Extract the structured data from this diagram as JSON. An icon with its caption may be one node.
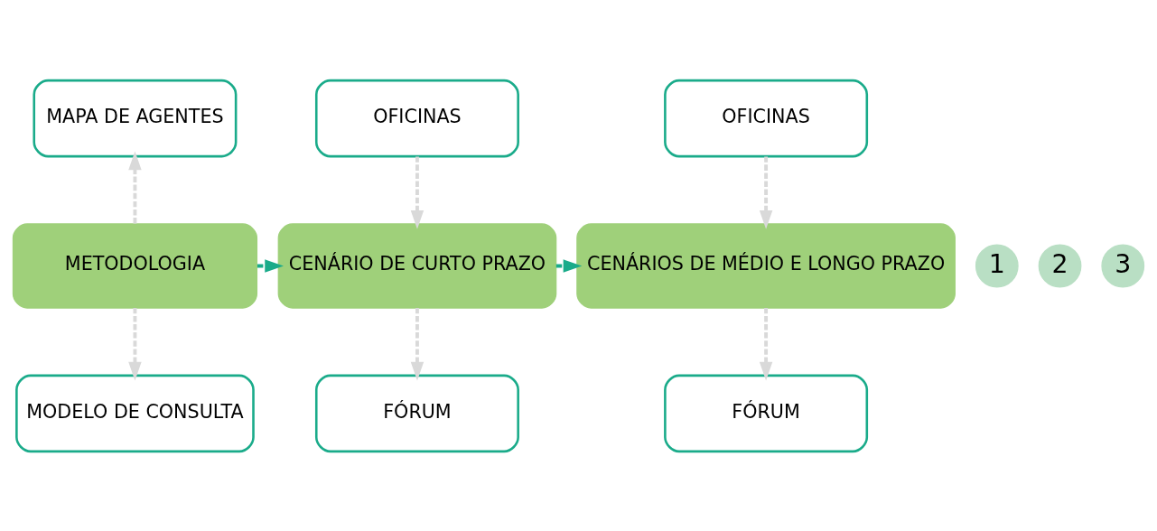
{
  "diagram": {
    "nodes": [
      {
        "text": [
          "MAPA DE AGENTES"
        ]
      },
      {
        "text": [
          "OFICINAS"
        ]
      },
      {
        "text": [
          "OFICINAS"
        ]
      },
      {
        "text": [
          "1"
        ]
      },
      {
        "text": [
          "METODOLOGIA"
        ]
      },
      {
        "text": [
          "2"
        ]
      },
      {
        "text": [
          "CENÁRIO DE CURTO PRAZO"
        ]
      },
      {
        "text": [
          "3"
        ]
      },
      {
        "text": [
          "CENÁRIOS DE MÉDIO E LONGO PRAZO"
        ]
      },
      {
        "text": [
          "MODELO DE CONSULTA"
        ]
      },
      {
        "text": [
          "FÓRUM"
        ]
      },
      {
        "text": [
          "FÓRUM"
        ]
      }
    ],
    "edges": [
      {
        "from": 4,
        "to": 0,
        "arrow": "to",
        "style": "dashed",
        "color": "#d9d9d9"
      },
      {
        "from": 4,
        "to": 9,
        "arrow": "to",
        "style": "dashed",
        "color": "#d9d9d9"
      },
      {
        "from": 4,
        "to": 6,
        "arrow": "to",
        "style": "dashed",
        "color": "#1aab8a"
      },
      {
        "from": 1,
        "to": 6,
        "arrow": "to",
        "style": "dashed",
        "color": "#d9d9d9"
      },
      {
        "from": 6,
        "to": 10,
        "arrow": "to",
        "style": "dashed",
        "color": "#d9d9d9"
      },
      {
        "from": 6,
        "to": 8,
        "arrow": "to",
        "style": "dashed",
        "color": "#1aab8a"
      },
      {
        "from": 2,
        "to": 8,
        "arrow": "to",
        "style": "dashed",
        "color": "#d9d9d9"
      },
      {
        "from": 8,
        "to": 11,
        "arrow": "to",
        "style": "dashed",
        "color": "#d9d9d9"
      }
    ]
  }
}
